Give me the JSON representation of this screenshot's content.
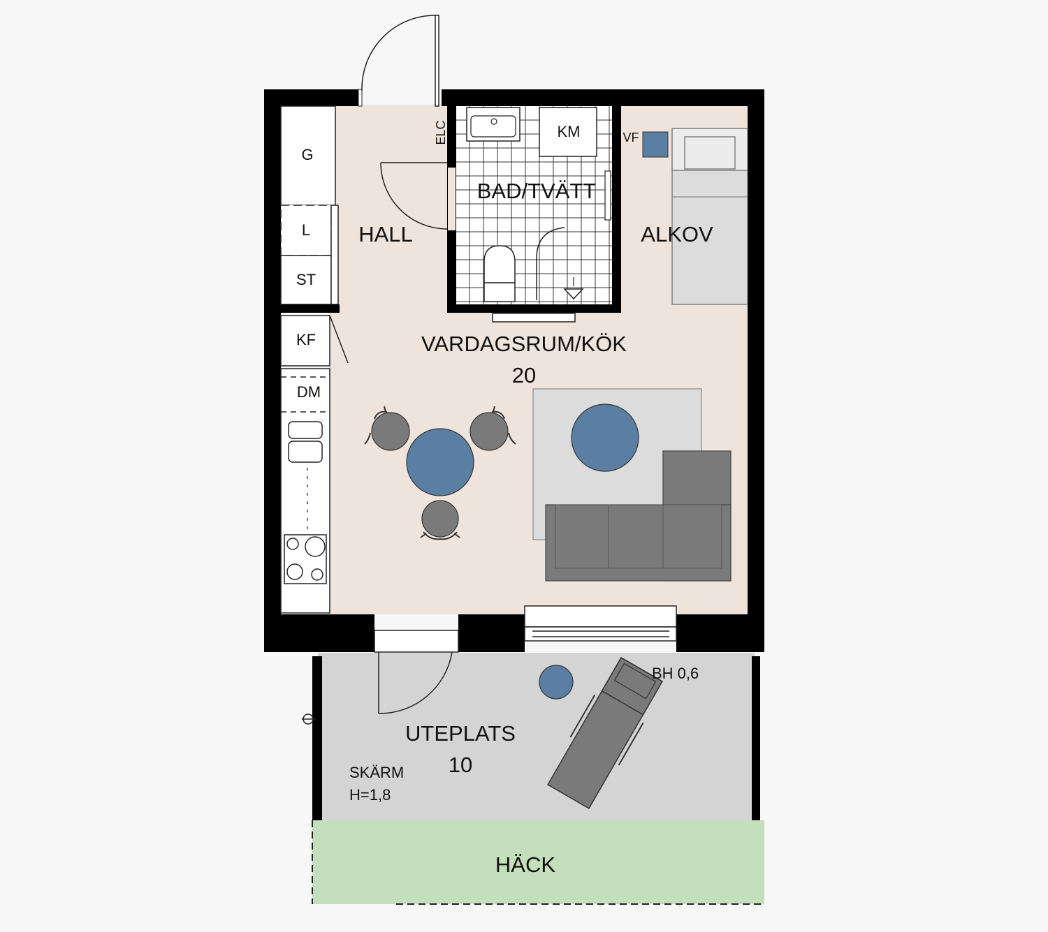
{
  "rooms": {
    "hall": "HALL",
    "bath": "BAD/TVÄTT",
    "alcove": "ALKOV",
    "living": "VARDAGSRUM/KÖK",
    "living_area": "20",
    "patio": "UTEPLATS",
    "patio_area": "10",
    "hedge": "HÄCK"
  },
  "fixtures": {
    "g": "G",
    "l": "L",
    "st": "ST",
    "kf": "KF",
    "dm": "DM",
    "km": "KM",
    "elc": "ELC",
    "vf": "VF"
  },
  "notes": {
    "bh": "BH 0,6",
    "screen_line1": "SKÄRM",
    "screen_line2": "H=1,8"
  },
  "colors": {
    "wall": "#000000",
    "floor": "#efe4dc",
    "patio": "#d4d4d4",
    "hedge": "#c3dfbb",
    "furniture_blue": "#5a7fa3",
    "furniture_gray": "#7a7a7a",
    "rug": "#dcdcdc"
  }
}
